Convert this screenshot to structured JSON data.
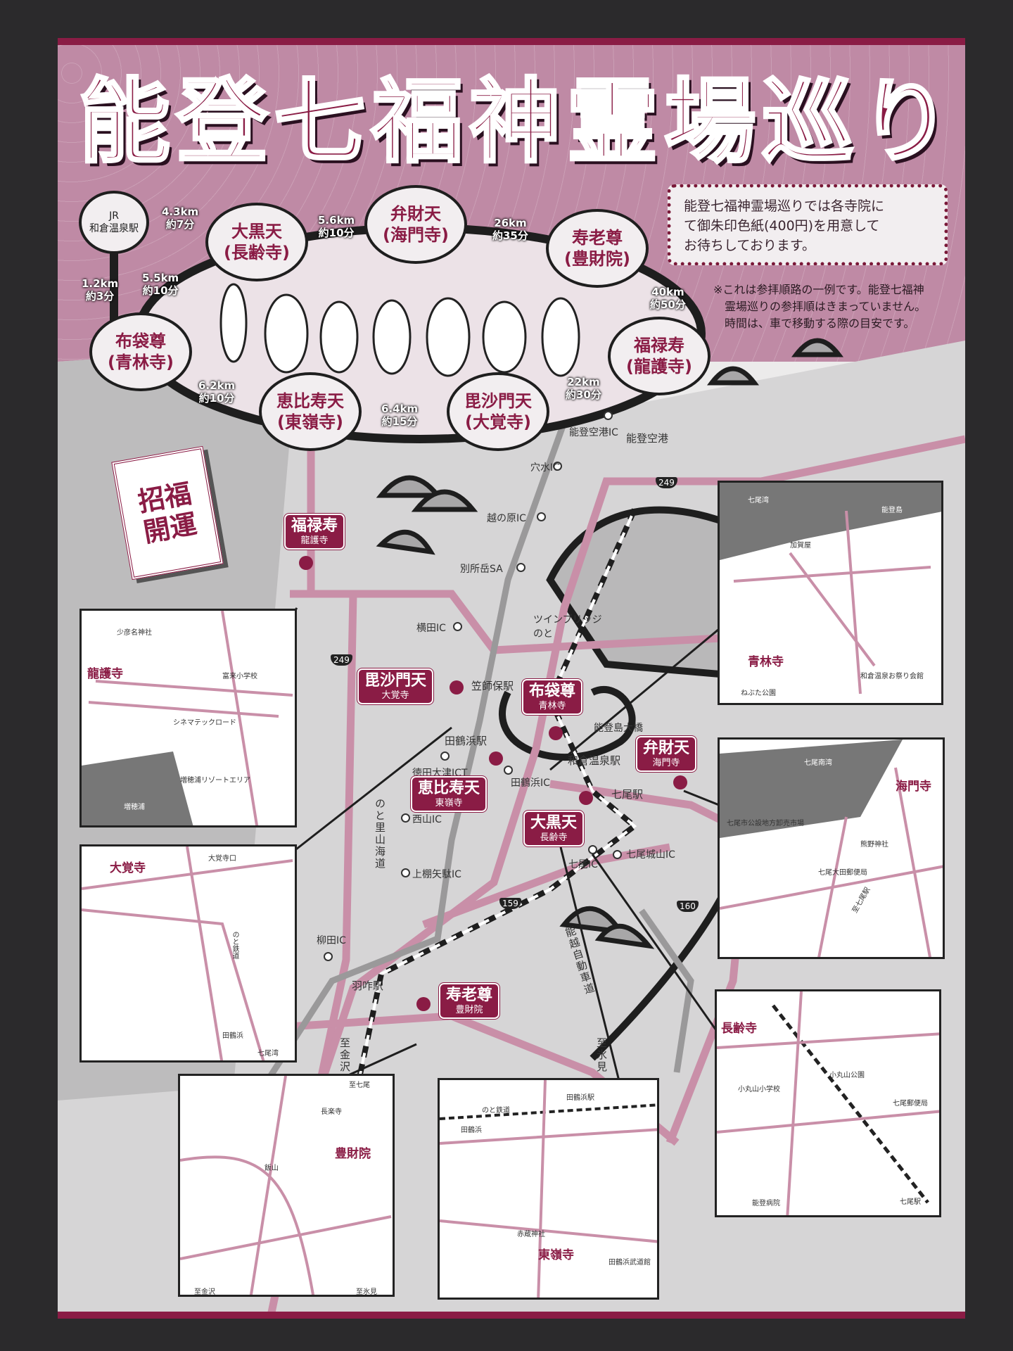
{
  "title": [
    "能",
    "登",
    "七",
    "福",
    "神",
    "霊",
    "場",
    "巡",
    "り"
  ],
  "info_box": [
    "能登七福神霊場巡りでは各寺院に",
    "て御朱印色紙(400円)を用意して",
    "お待ちしております。"
  ],
  "note": [
    "※これは参拝順路の一例です。能登七福神",
    "霊場巡りの参拝順はきまっていません。",
    "時間は、車で移動する際の目安です。"
  ],
  "circuit": {
    "start": {
      "line1": "JR",
      "line2": "和倉温泉駅"
    },
    "nodes": [
      {
        "deity": "大黒天",
        "temple": "(長齢寺)"
      },
      {
        "deity": "弁財天",
        "temple": "(海門寺)"
      },
      {
        "deity": "寿老尊",
        "temple": "(豊財院)"
      },
      {
        "deity": "福禄寿",
        "temple": "(龍護寺)"
      },
      {
        "deity": "毘沙門天",
        "temple": "(大覚寺)"
      },
      {
        "deity": "恵比寿天",
        "temple": "(東嶺寺)"
      },
      {
        "deity": "布袋尊",
        "temple": "(青林寺)"
      }
    ],
    "legs": [
      {
        "km": "4.3km",
        "time": "約7分"
      },
      {
        "km": "5.6km",
        "time": "約10分"
      },
      {
        "km": "26km",
        "time": "約35分"
      },
      {
        "km": "40km",
        "time": "約50分"
      },
      {
        "km": "22km",
        "time": "約30分"
      },
      {
        "km": "6.4km",
        "time": "約15分"
      },
      {
        "km": "6.2km",
        "time": "約10分"
      },
      {
        "km": "5.5km",
        "time": "約10分"
      },
      {
        "km": "1.2km",
        "time": "約3分"
      }
    ]
  },
  "badge": {
    "line1": "招福",
    "line2": "開運"
  },
  "markers": [
    {
      "deity": "福禄寿",
      "temple": "龍護寺"
    },
    {
      "deity": "毘沙門天",
      "temple": "大覚寺"
    },
    {
      "deity": "布袋尊",
      "temple": "青林寺"
    },
    {
      "deity": "弁財天",
      "temple": "海門寺"
    },
    {
      "deity": "恵比寿天",
      "temple": "東嶺寺"
    },
    {
      "deity": "大黒天",
      "temple": "長齢寺"
    },
    {
      "deity": "寿老尊",
      "temple": "豊財院"
    }
  ],
  "places": {
    "airport_ic": "能登空港IC",
    "airport": "能登空港",
    "anamizu_ic": "穴水IC",
    "koshinohara_ic": "越の原IC",
    "besshodake_sa": "別所岳SA",
    "yokota_ic": "横田IC",
    "twin_bridge": "ツインブリッジのと",
    "kashiwo_st": "笠師保駅",
    "notojima_bridge": "能登島大橋",
    "tatsuruhama_st": "田鶴浜駅",
    "wakura_st": "和倉温泉駅",
    "tokuda_jct": "徳田大津JCT",
    "tatsuruhama_ic": "田鶴浜IC",
    "nanao_st": "七尾駅",
    "nanao_ic": "七尾IC",
    "nanaojoyama_ic": "七尾城山IC",
    "nishiyama_ic": "西山IC",
    "kamiaikura_ic": "上棚矢駄IC",
    "yanagida_ic": "柳田IC",
    "hakui_st": "羽咋駅",
    "to_kanazawa": "至金沢",
    "to_himi": "至氷見",
    "satoyama": "のと里山海道",
    "noetsu": "能越自動車道",
    "r249a": "249",
    "r249b": "249",
    "r159": "159",
    "r160": "160"
  },
  "insets": [
    {
      "temple": "龍護寺",
      "labels": [
        "少彦名神社",
        "富来小学校",
        "シネマテックロード",
        "増穂浦リゾートエリア",
        "増穂浦"
      ]
    },
    {
      "temple": "大覚寺",
      "labels": [
        "大覚寺口",
        "のと鉄道",
        "田鶴浜",
        "七尾湾"
      ]
    },
    {
      "temple": "青林寺",
      "labels": [
        "七尾湾",
        "加賀屋",
        "能登島",
        "和倉温泉お祭り会館",
        "ねぶた公園"
      ]
    },
    {
      "temple": "海門寺",
      "labels": [
        "七尾南湾",
        "七尾市公設地方卸売市場",
        "熊野神社",
        "七尾大田郵便局",
        "至七尾駅"
      ]
    },
    {
      "temple": "長齢寺",
      "labels": [
        "小丸山公園",
        "小丸山小学校",
        "七尾郵便局",
        "七尾駅",
        "能登病院"
      ]
    },
    {
      "temple": "豊財院",
      "labels": [
        "至七尾",
        "長楽寺",
        "飯山",
        "至金沢",
        "至氷見"
      ]
    },
    {
      "temple": "東嶺寺",
      "labels": [
        "田鶴浜駅",
        "のと鉄道",
        "田鶴浜",
        "赤蔵神社",
        "田鶴浜武道館"
      ]
    }
  ],
  "colors": {
    "brand": "#8a1c45",
    "pink_road": "#c98fa8",
    "header": "#bf8aa5"
  }
}
